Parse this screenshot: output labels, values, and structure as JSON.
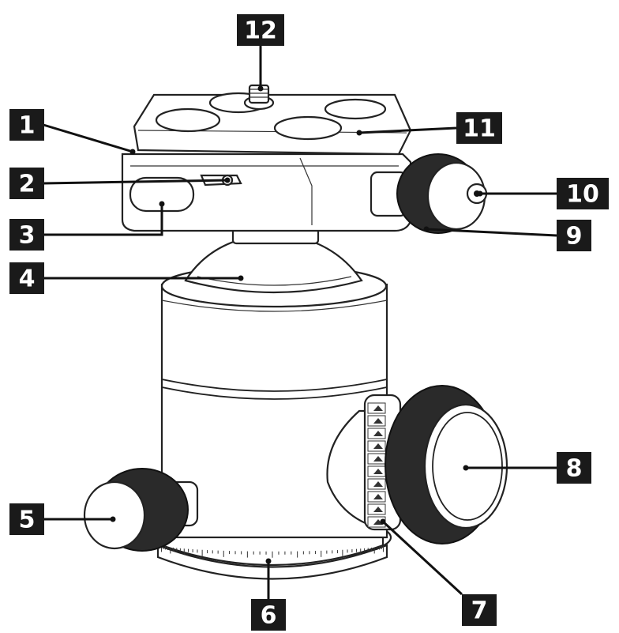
{
  "callouts": [
    {
      "id": "1",
      "text": "1"
    },
    {
      "id": "2",
      "text": "2"
    },
    {
      "id": "3",
      "text": "3"
    },
    {
      "id": "4",
      "text": "4"
    },
    {
      "id": "5",
      "text": "5"
    },
    {
      "id": "6",
      "text": "6"
    },
    {
      "id": "7",
      "text": "7"
    },
    {
      "id": "8",
      "text": "8"
    },
    {
      "id": "9",
      "text": "9"
    },
    {
      "id": "10",
      "text": "10"
    },
    {
      "id": "11",
      "text": "11"
    },
    {
      "id": "12",
      "text": "12"
    }
  ],
  "colors": {
    "label_bg": "#1a1a1a",
    "label_text": "#ffffff",
    "line": "#111111"
  }
}
